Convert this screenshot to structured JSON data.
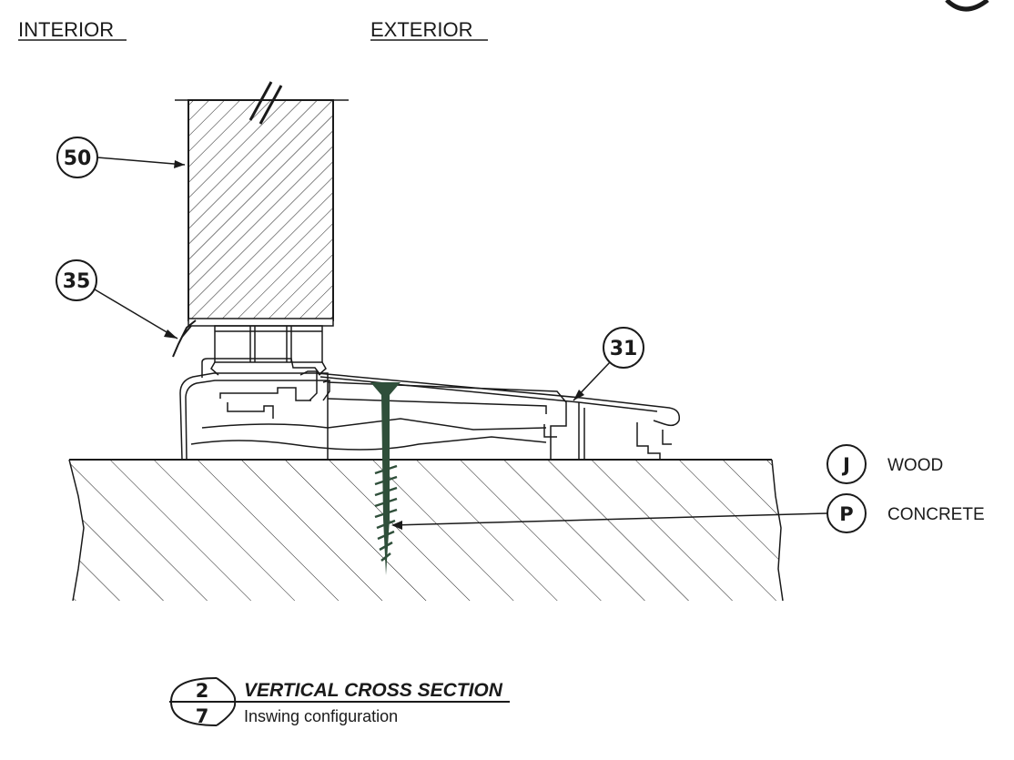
{
  "orientation": {
    "interior_label": "INTERIOR",
    "exterior_label": "EXTERIOR"
  },
  "callouts": [
    {
      "id": "door-panel",
      "number": "50"
    },
    {
      "id": "weatherstrip",
      "number": "35"
    },
    {
      "id": "threshold",
      "number": "31"
    }
  ],
  "legend": [
    {
      "letter": "J",
      "text": "WOOD"
    },
    {
      "letter": "P",
      "text": "CONCRETE"
    }
  ],
  "title_block": {
    "detail_number": "2",
    "sheet_number": "7",
    "title": "VERTICAL CROSS SECTION",
    "subtitle": "Inswing configuration"
  },
  "colors": {
    "line": "#1a1a1a",
    "screw": "#2f4f3a"
  }
}
